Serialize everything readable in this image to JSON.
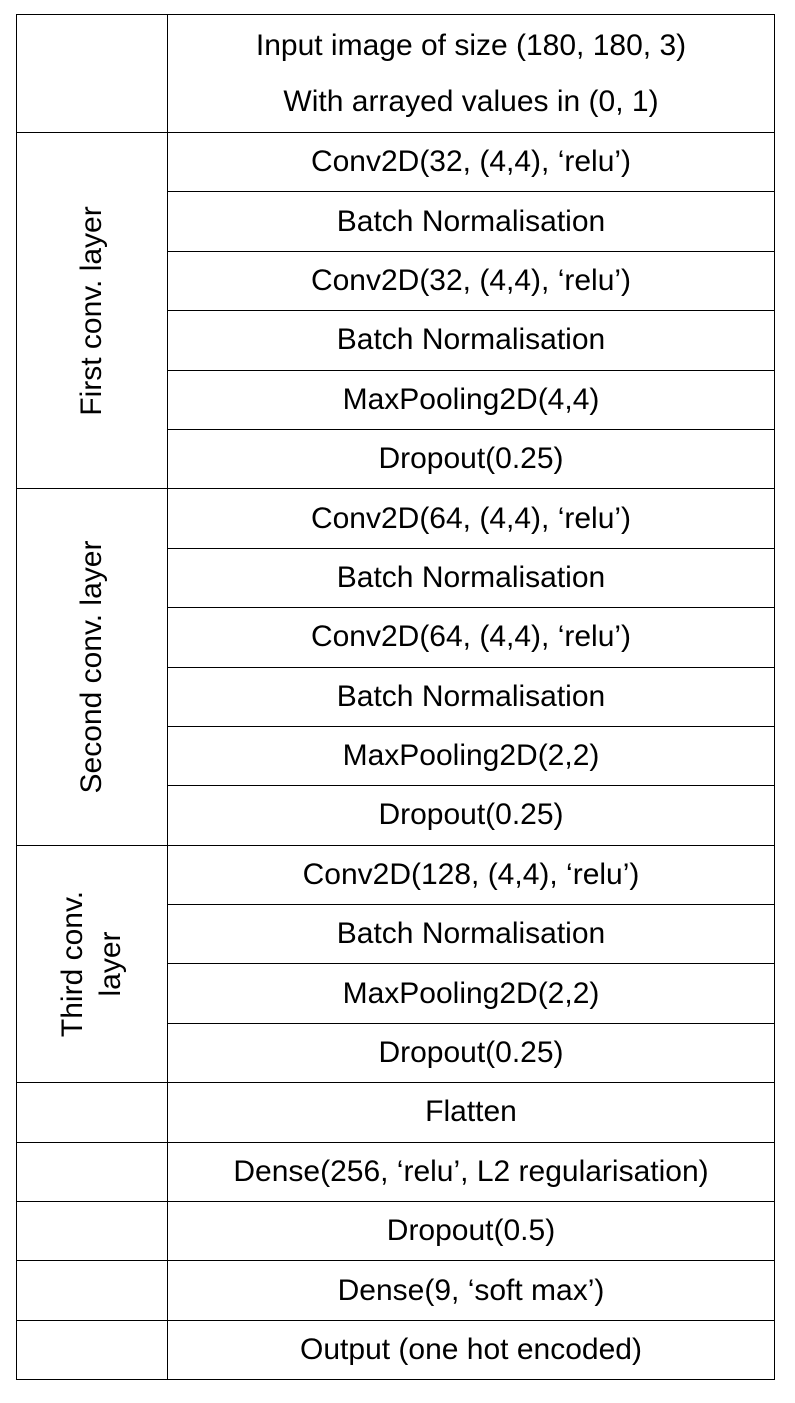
{
  "input": {
    "line1": "Input image of size (180, 180, 3)",
    "line2": "With arrayed values in (0, 1)"
  },
  "groups": [
    {
      "label": "First conv. layer",
      "rows": [
        "Conv2D(32, (4,4), ‘relu’)",
        "Batch Normalisation",
        "Conv2D(32, (4,4), ‘relu’)",
        "Batch Normalisation",
        "MaxPooling2D(4,4)",
        "Dropout(0.25)"
      ]
    },
    {
      "label": "Second conv. layer",
      "rows": [
        "Conv2D(64, (4,4), ‘relu’)",
        "Batch Normalisation",
        "Conv2D(64, (4,4), ‘relu’)",
        "Batch Normalisation",
        "MaxPooling2D(2,2)",
        "Dropout(0.25)"
      ]
    },
    {
      "label_lines": [
        "Third conv.",
        "layer"
      ],
      "rows": [
        "Conv2D(128, (4,4), ‘relu’)",
        "Batch Normalisation",
        "MaxPooling2D(2,2)",
        "Dropout(0.25)"
      ]
    }
  ],
  "tail_rows": [
    "Flatten",
    "Dense(256, ‘relu’, L2 regularisation)",
    "Dropout(0.5)",
    "Dense(9, ‘soft max’)",
    "Output (one hot encoded)"
  ]
}
